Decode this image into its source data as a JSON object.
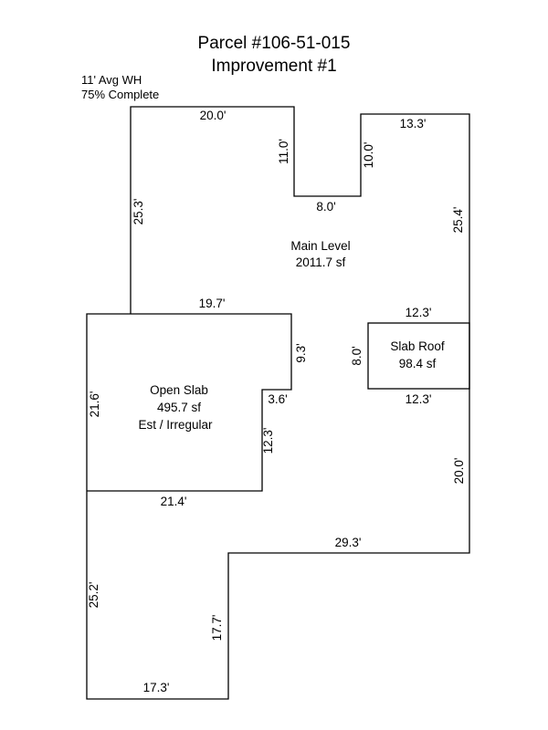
{
  "header": {
    "title_line1": "Parcel #106-51-015",
    "title_line2": "Improvement #1",
    "note_line1": "11' Avg WH",
    "note_line2": "75% Complete"
  },
  "areas": {
    "main": {
      "name": "Main Level",
      "area": "2011.7 sf"
    },
    "slab_roof": {
      "name": "Slab Roof",
      "area": "98.4 sf"
    },
    "open_slab": {
      "name": "Open Slab",
      "area": "495.7 sf",
      "note": "Est / Irregular"
    }
  },
  "dimensions": {
    "d_top_left_width": "20.0'",
    "d_notch_left": "11.0'",
    "d_notch_bottom": "8.0'",
    "d_notch_right": "10.0'",
    "d_top_right_width": "13.3'",
    "d_left_upper": "25.3'",
    "d_right_upper": "25.4'",
    "d_slab_top": "19.7'",
    "d_slab_right_upper": "9.3'",
    "d_slab_step": "3.6'",
    "d_slab_left": "21.6'",
    "d_slab_right_lower": "12.3'",
    "d_slab_bottom": "21.4'",
    "d_roof_top": "12.3'",
    "d_roof_left": "8.0'",
    "d_roof_bottom": "12.3'",
    "d_right_lower": "20.0'",
    "d_lower_step": "29.3'",
    "d_left_lower": "25.2'",
    "d_inner_lower": "17.7'",
    "d_bottom_width": "17.3'"
  }
}
